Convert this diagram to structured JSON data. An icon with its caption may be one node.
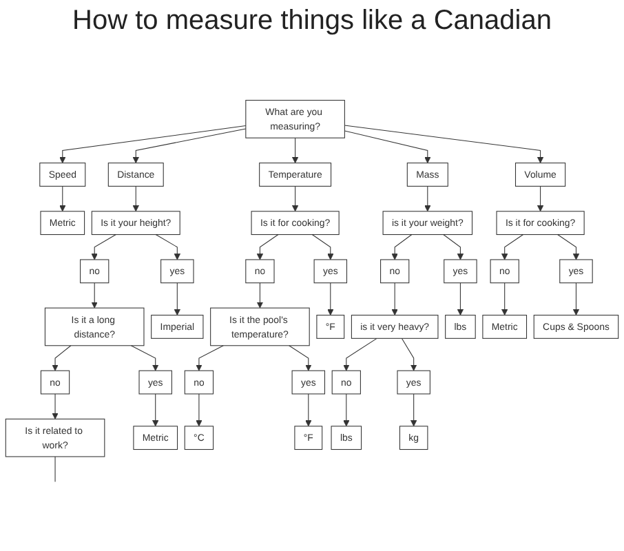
{
  "diagram": {
    "title": "How to measure things like a Canadian",
    "nodes": [
      {
        "text": [
          "What are you measuring?"
        ]
      },
      {
        "text": [
          "Speed"
        ]
      },
      {
        "text": [
          "Distance"
        ]
      },
      {
        "text": [
          "Temperature"
        ]
      },
      {
        "text": [
          "Mass"
        ]
      },
      {
        "text": [
          "Volume"
        ]
      },
      {
        "text": [
          "Metric"
        ]
      },
      {
        "text": [
          "Is it your height?"
        ]
      },
      {
        "text": [
          "Is it for cooking?"
        ]
      },
      {
        "text": [
          "is it your weight?"
        ]
      },
      {
        "text": [
          "Is it for cooking?"
        ]
      },
      {
        "text": [
          "no"
        ]
      },
      {
        "text": [
          "yes"
        ]
      },
      {
        "text": [
          "no"
        ]
      },
      {
        "text": [
          "yes"
        ]
      },
      {
        "text": [
          "no"
        ]
      },
      {
        "text": [
          "yes"
        ]
      },
      {
        "text": [
          "no"
        ]
      },
      {
        "text": [
          "yes"
        ]
      },
      {
        "text": [
          "Imperial"
        ]
      },
      {
        "text": [
          "°F"
        ]
      },
      {
        "text": [
          "lbs"
        ]
      },
      {
        "text": [
          "Metric"
        ]
      },
      {
        "text": [
          "Cups & Spoons"
        ]
      },
      {
        "text": [
          "Is it a long distance?"
        ]
      },
      {
        "text": [
          "Is it the pool's temperature?"
        ]
      },
      {
        "text": [
          "is it very heavy?"
        ]
      },
      {
        "text": [
          "no"
        ]
      },
      {
        "text": [
          "yes"
        ]
      },
      {
        "text": [
          "no"
        ]
      },
      {
        "text": [
          "yes"
        ]
      },
      {
        "text": [
          "no"
        ]
      },
      {
        "text": [
          "yes"
        ]
      },
      {
        "text": [
          "Is it related to work?"
        ]
      },
      {
        "text": [
          "Metric"
        ]
      },
      {
        "text": [
          "°C"
        ]
      },
      {
        "text": [
          "°F"
        ]
      },
      {
        "text": [
          "lbs"
        ]
      },
      {
        "text": [
          "kg"
        ]
      }
    ],
    "edges": [
      {
        "from": 0,
        "to": 1,
        "arrow": "to"
      },
      {
        "from": 0,
        "to": 2,
        "arrow": "to"
      },
      {
        "from": 0,
        "to": 3,
        "arrow": "to"
      },
      {
        "from": 0,
        "to": 4,
        "arrow": "to"
      },
      {
        "from": 0,
        "to": 5,
        "arrow": "to"
      },
      {
        "from": 1,
        "to": 6,
        "arrow": "to"
      },
      {
        "from": 2,
        "to": 7,
        "arrow": "to"
      },
      {
        "from": 3,
        "to": 8,
        "arrow": "to"
      },
      {
        "from": 4,
        "to": 9,
        "arrow": "to"
      },
      {
        "from": 5,
        "to": 10,
        "arrow": "to"
      },
      {
        "from": 7,
        "to": 11,
        "arrow": "to"
      },
      {
        "from": 7,
        "to": 12,
        "arrow": "to"
      },
      {
        "from": 8,
        "to": 13,
        "arrow": "to"
      },
      {
        "from": 8,
        "to": 14,
        "arrow": "to"
      },
      {
        "from": 9,
        "to": 15,
        "arrow": "to"
      },
      {
        "from": 9,
        "to": 16,
        "arrow": "to"
      },
      {
        "from": 10,
        "to": 17,
        "arrow": "to"
      },
      {
        "from": 10,
        "to": 18,
        "arrow": "to"
      },
      {
        "from": 12,
        "to": 19,
        "arrow": "to"
      },
      {
        "from": 14,
        "to": 20,
        "arrow": "to"
      },
      {
        "from": 16,
        "to": 21,
        "arrow": "to"
      },
      {
        "from": 17,
        "to": 22,
        "arrow": "to"
      },
      {
        "from": 18,
        "to": 23,
        "arrow": "to"
      },
      {
        "from": 11,
        "to": 24,
        "arrow": "to"
      },
      {
        "from": 13,
        "to": 25,
        "arrow": "to"
      },
      {
        "from": 15,
        "to": 26,
        "arrow": "to"
      },
      {
        "from": 24,
        "to": 27,
        "arrow": "to"
      },
      {
        "from": 24,
        "to": 28,
        "arrow": "to"
      },
      {
        "from": 25,
        "to": 29,
        "arrow": "to"
      },
      {
        "from": 25,
        "to": 30,
        "arrow": "to"
      },
      {
        "from": 26,
        "to": 31,
        "arrow": "to"
      },
      {
        "from": 26,
        "to": 32,
        "arrow": "to"
      },
      {
        "from": 27,
        "to": 33,
        "arrow": "to"
      },
      {
        "from": 28,
        "to": 34,
        "arrow": "to"
      },
      {
        "from": 29,
        "to": 35,
        "arrow": "to"
      },
      {
        "from": 30,
        "to": 36,
        "arrow": "to"
      },
      {
        "from": 31,
        "to": 37,
        "arrow": "to"
      },
      {
        "from": 32,
        "to": 38,
        "arrow": "to"
      },
      {
        "from": 33,
        "to": null,
        "arrow": "none"
      }
    ]
  }
}
